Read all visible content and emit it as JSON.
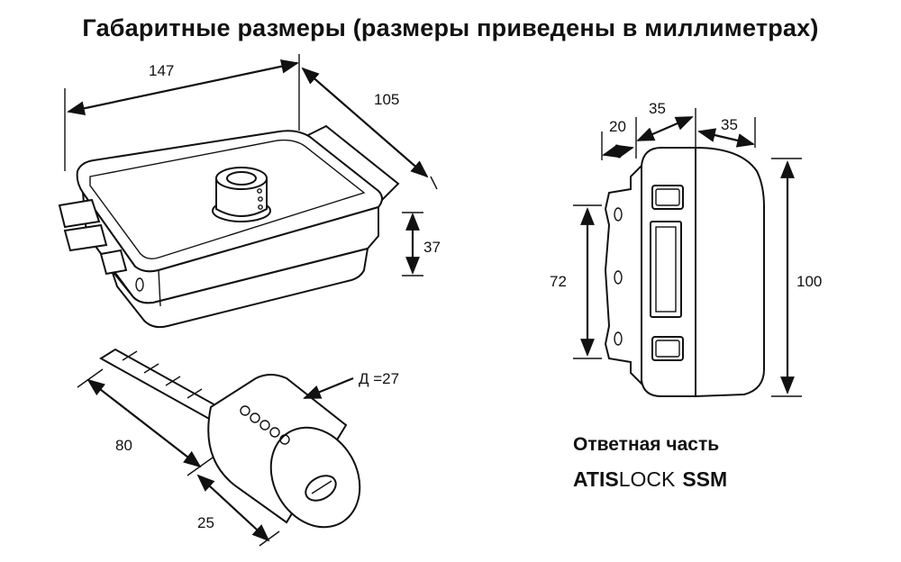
{
  "title": "Габаритные размеры (размеры приведены в миллиметрах)",
  "lock_body": {
    "width_label": "147",
    "depth_label": "105",
    "height_label": "37"
  },
  "cylinder": {
    "diameter_label": "Д =27",
    "length_label": "80",
    "head_label": "25"
  },
  "strike_plate": {
    "dim_20": "20",
    "dim_35_top": "35",
    "dim_35_side": "35",
    "dim_72": "72",
    "dim_100": "100",
    "caption": "Ответная часть",
    "brand_part1": "ATIS",
    "brand_part2": "LOCK",
    "brand_part3": "SSM"
  }
}
